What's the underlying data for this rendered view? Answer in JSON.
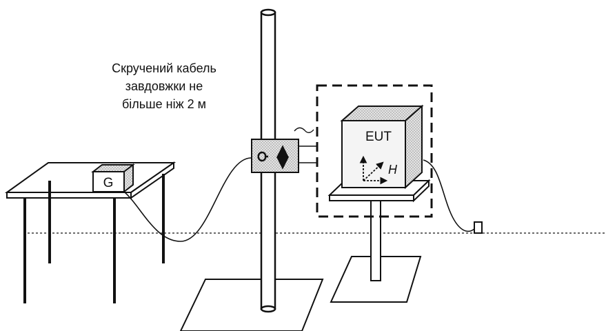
{
  "cable_caption": {
    "line1": "Скручений кабель",
    "line2": "завдовжки не",
    "line3": "більше ніж 2 м"
  },
  "generator_label": "G",
  "eut_label": "EUT",
  "field_label": "H",
  "colors": {
    "line": "#111111",
    "fill_light": "#f2f2f2",
    "fill_dotted": "#d9d9d9",
    "background": "#ffffff"
  }
}
